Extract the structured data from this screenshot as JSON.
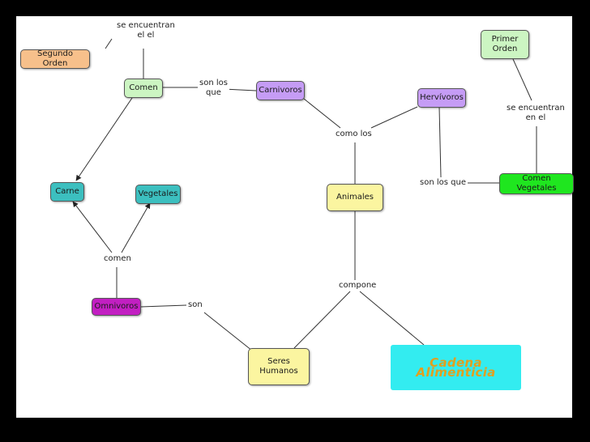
{
  "diagram": {
    "concepts": {
      "segundo_orden": {
        "text": "Segundo Orden",
        "color": "#f7c08b"
      },
      "comen": {
        "text": "Comen",
        "color": "#ccf5c2"
      },
      "carnivoros": {
        "text": "Carnivoros",
        "color": "#c59cf5"
      },
      "hervivoros": {
        "text": "Hervívoros",
        "color": "#c59cf5"
      },
      "primer_orden": {
        "text": "Primer\nOrden",
        "color": "#ccf5c2"
      },
      "carne": {
        "text": "Carne",
        "color": "#3cbfbf"
      },
      "vegetales": {
        "text": "Vegetales",
        "color": "#3cbfbf"
      },
      "animales": {
        "text": "Animales",
        "color": "#fbf5a0"
      },
      "comen_vegetales": {
        "text": "Comen Vegetales",
        "color": "#1fe61f"
      },
      "omnivoros": {
        "text": "Omnivoros",
        "color": "#c21fc2"
      },
      "seres_humanos": {
        "text": "Seres\nHumanos",
        "color": "#fbf5a0"
      },
      "cadena_alimenticia": {
        "text": "Cadena Alimenticia",
        "color": "#33ecf0",
        "text_color": "#e0a020"
      }
    },
    "linking_phrases": {
      "se_encuentran_1": "se encuentran\nel el",
      "son_los_que_1": "son los\nque",
      "como_los": "como los",
      "se_encuentran_2": "se encuentran\nen el",
      "son_los_que_2": "son los que",
      "comen_lower": "comen",
      "son": "son",
      "compone": "compone"
    }
  }
}
